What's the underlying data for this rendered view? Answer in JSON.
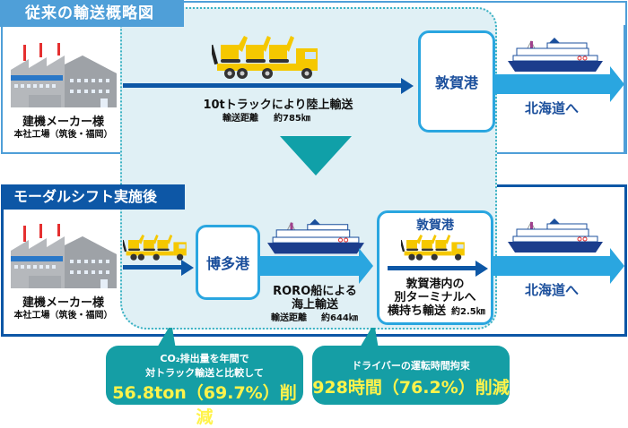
{
  "colors": {
    "top_panel": "#4f9fd8",
    "bottom_panel": "#0d57a6",
    "light_region": "#e0f0f5",
    "port_border": "#2aa6e0",
    "bubble": "#159ea5",
    "highlight": "#fff34a"
  },
  "before": {
    "title": "従来の輸送概略図",
    "factory": {
      "icon": "factory-icon",
      "name": "建機メーカー様",
      "sub": "本社工場（筑後・福岡）"
    },
    "truck": {
      "icon": "truck-icon",
      "caption": "10tトラックにより陸上輸送",
      "distance_label": "輸送距離",
      "distance": "約785㎞"
    },
    "port": "敦賀港",
    "ship_icon": "ship-icon",
    "destination": "北海道へ"
  },
  "after": {
    "title": "モーダルシフト実施後",
    "factory": {
      "icon": "factory-icon",
      "name": "建機メーカー様",
      "sub": "本社工場（筑後・福岡）"
    },
    "truck_icon": "truck-icon",
    "port1": "博多港",
    "ship": {
      "icon": "ship-icon",
      "caption_line1": "RORO船による",
      "caption_line2": "海上輸送",
      "distance_label": "輸送距離",
      "distance": "約644㎞"
    },
    "port2": {
      "name": "敦賀港",
      "line1": "敦賀港内の",
      "line2": "別ターミナルへ",
      "line3": "横持ち輸送",
      "distance": "約2.5㎞"
    },
    "destination": "北海道へ"
  },
  "results": [
    {
      "line1": "CO₂排出量を年間で",
      "line2": "対トラック輸送と比較して",
      "highlight": "56.8ton（69.7%）削減"
    },
    {
      "line1": "ドライバーの運転時間拘束",
      "highlight": "928時間（76.2%）削減"
    }
  ]
}
